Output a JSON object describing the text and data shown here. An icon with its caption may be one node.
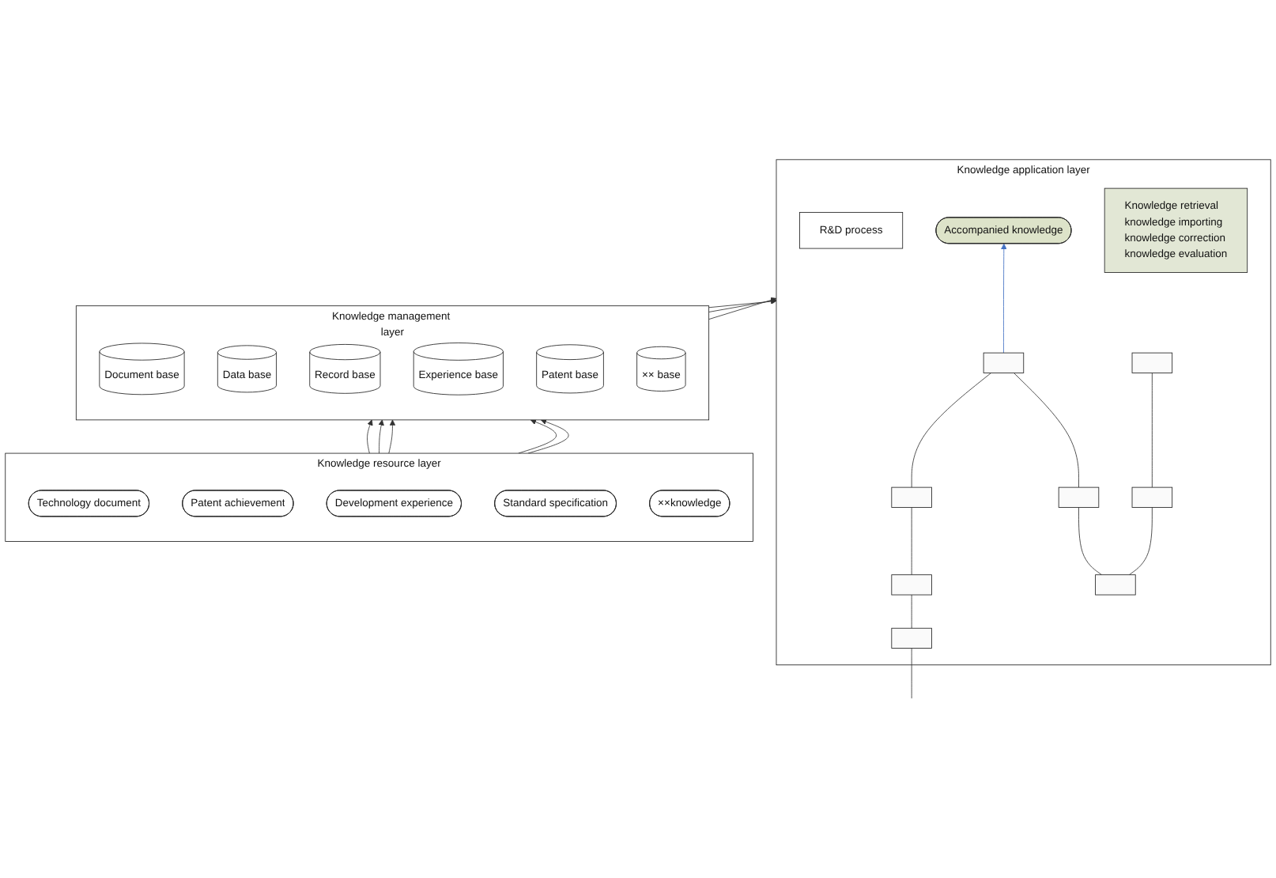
{
  "diagram": {
    "nodes": [
      {
        "text": [
          "Knowledge application layer"
        ]
      },
      {
        "text": [
          "R&D process"
        ],
        "in": 0
      },
      {
        "text": [],
        "shape": "box",
        "in": 0
      },
      {
        "text": [],
        "shape": "box",
        "in": 0
      },
      {
        "text": [],
        "shape": "box",
        "in": 0
      },
      {
        "text": [],
        "shape": "box",
        "in": 0
      },
      {
        "text": [],
        "shape": "box",
        "in": 0
      },
      {
        "text": [],
        "shape": "box",
        "in": 0
      },
      {
        "text": [],
        "shape": "box",
        "in": 0
      },
      {
        "text": [],
        "shape": "box",
        "in": 0
      },
      {
        "text": [
          "Accompanied knowledge"
        ],
        "in": 0
      },
      {
        "text": [
          "Knowledge retrieval",
          "knowledge importing",
          "knowledge correction",
          "knowledge evaluation"
        ],
        "in": 0
      },
      {
        "text": [
          "Knowledge management layer"
        ]
      },
      {
        "text": [
          "Document base"
        ],
        "in": 12
      },
      {
        "text": [
          "Data base"
        ],
        "in": 12
      },
      {
        "text": [
          "Record base"
        ],
        "in": 12
      },
      {
        "text": [
          "Experience base"
        ],
        "in": 12
      },
      {
        "text": [
          "Patent base"
        ],
        "in": 12
      },
      {
        "text": [
          "×× base"
        ],
        "in": 12
      },
      {
        "text": [
          "Knowledge resource layer"
        ]
      },
      {
        "text": [
          "Technology document"
        ],
        "in": 19
      },
      {
        "text": [
          "Patent achievement"
        ],
        "in": 19
      },
      {
        "text": [
          "Development experience"
        ],
        "in": 19
      },
      {
        "text": [
          "Standard specification"
        ],
        "in": 19
      },
      {
        "text": [
          "××knowledge"
        ],
        "in": 19
      }
    ],
    "edges": [
      {
        "from": null,
        "to": 2,
        "arrow": "none"
      },
      {
        "from": 2,
        "to": 3,
        "arrow": "none"
      },
      {
        "from": 3,
        "to": 4,
        "arrow": "none"
      },
      {
        "from": 4,
        "to": 7,
        "arrow": "none"
      },
      {
        "from": 5,
        "to": 6,
        "arrow": "none"
      },
      {
        "from": 6,
        "to": 7,
        "arrow": "none"
      },
      {
        "from": 5,
        "to": 8,
        "arrow": "none"
      },
      {
        "from": 8,
        "to": 9,
        "arrow": "none"
      },
      {
        "from": 7,
        "to": 10,
        "arrow": "to",
        "color": "#4472c4"
      },
      {
        "from": 12,
        "to": 0,
        "arrow": "to"
      },
      {
        "from": 12,
        "to": 0,
        "arrow": "to"
      },
      {
        "from": 12,
        "to": 0,
        "arrow": "to"
      },
      {
        "from": 19,
        "to": 12,
        "arrow": "to"
      },
      {
        "from": 19,
        "to": 12,
        "arrow": "to"
      },
      {
        "from": 19,
        "to": 12,
        "arrow": "to"
      },
      {
        "from": 19,
        "to": 12,
        "arrow": "to"
      },
      {
        "from": 19,
        "to": 12,
        "arrow": "to"
      }
    ]
  }
}
